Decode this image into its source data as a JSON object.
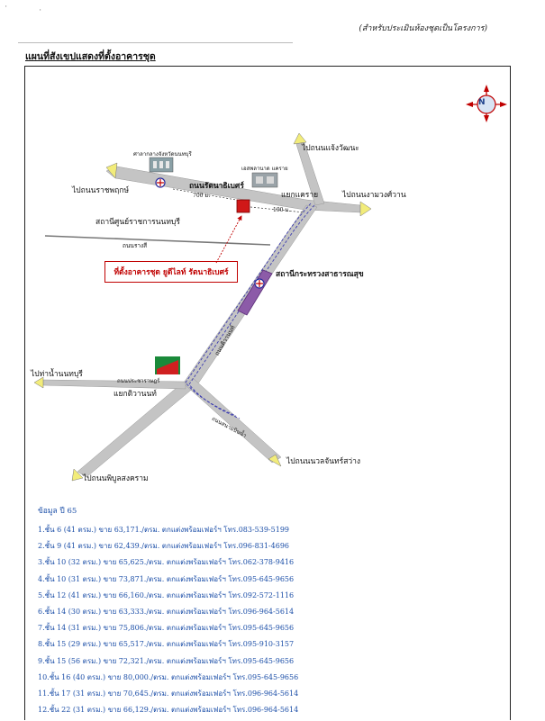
{
  "header": {
    "note": "(สำหรับประเมินห้องชุดเป็นโครงการ)",
    "title": "แผนที่สังเขปแสดงที่ตั้งอาคารชุด"
  },
  "map": {
    "compass": "N",
    "landmarks": {
      "courthouse": "ศาลากลางจังหวัดนนทบุรี",
      "esplanade": "เอสพลานาด แคราย",
      "big_c": "Big C"
    },
    "roads": {
      "rattanathibet": "ถนนรัตนาธิเบศร์",
      "rangsi": "ถนนรางสี",
      "tiwanon": "ถนนติวานนท์",
      "prachaniwet": "ถนนประชาราษฎร์",
      "sanambinnam": "ถนนสนามบินน้ำ"
    },
    "directions": {
      "to_ratchaphruek": "ไปถนนราชพฤกษ์",
      "to_chaengwattana": "ไปถนนแจ้งวัฒนะ",
      "to_ngamwongwan": "ไปถนนงามวงศ์วาน",
      "to_tha_nam_nonthaburi": "ไปท่าน้ำนนทบุรี",
      "to_phibunsongkhram": "ไปถนนพิบูลสงคราม",
      "to_nuan_chan": "ไปถนนนวลจันทร์สว่าง"
    },
    "intersections": {
      "khae_rai": "แยกแคราย",
      "tiwanon": "แยกติวานนท์"
    },
    "stations": {
      "government_center": "สถานีศูนย์ราชการนนทบุรี",
      "ministry_health": "สถานีกระทรวงสาธารณสุข"
    },
    "distances": {
      "d700": "700 ม.",
      "d190": "190 ม."
    },
    "callout": "ที่ตั้งอาคารชุด ยูดีไลท์ รัตนาธิเบศร์"
  },
  "data": {
    "heading": "ข้อมูล ปี 65",
    "items": [
      "1.ชั้น 6 (41 ตรม.) ขาย 63,171./ตรม. ตกแต่งพร้อมเฟอร์ฯ โทร.083-539-5199",
      "2.ชั้น 9 (41 ตรม.) ขาย 62,439./ตรม. ตกแต่งพร้อมเฟอร์ฯ โทร.096-831-4696",
      "3.ชั้น 10 (32 ตรม.) ขาย 65,625./ตรม. ตกแต่งพร้อมเฟอร์ฯ โทร.062-378-9416",
      "4.ชั้น 10 (31 ตรม.) ขาย 73,871./ตรม. ตกแต่งพร้อมเฟอร์ฯ โทร.095-645-9656",
      "5.ชั้น 12 (41 ตรม.) ขาย 66,160./ตรม. ตกแต่งพร้อมเฟอร์ฯ โทร.092-572-1116",
      "6.ชั้น 14 (30 ตรม.) ขาย 63,333./ตรม. ตกแต่งพร้อมเฟอร์ฯ โทร.096-964-5614",
      "7.ชั้น 14 (31 ตรม.) ขาย 75,806./ตรม. ตกแต่งพร้อมเฟอร์ฯ โทร.095-645-9656",
      "8.ชั้น 15 (29 ตรม.) ขาย 65,517./ตรม. ตกแต่งพร้อมเฟอร์ฯ โทร.095-910-3157",
      "9.ชั้น 15 (56 ตรม.) ขาย 72,321./ตรม. ตกแต่งพร้อมเฟอร์ฯ โทร.095-645-9656",
      "10.ชั้น 16 (40 ตรม.) ขาย 80,000./ตรม. ตกแต่งพร้อมเฟอร์ฯ โทร.095-645-9656",
      "11.ชั้น 17 (31 ตรม.) ขาย 70,645./ตรม. ตกแต่งพร้อมเฟอร์ฯ โทร.096-964-5614",
      "12.ชั้น 22 (31 ตรม.) ขาย 66,129./ตรม. ตกแต่งพร้อมเฟอร์ฯ โทร.096-964-5614"
    ]
  }
}
